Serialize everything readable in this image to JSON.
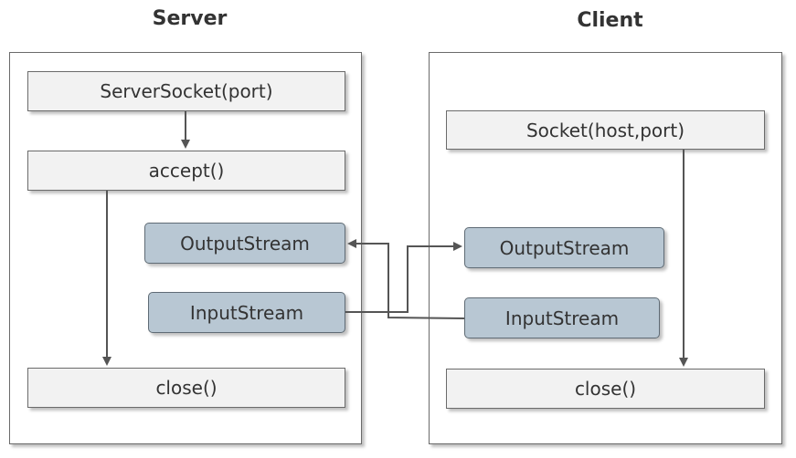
{
  "server": {
    "title": "Server",
    "server_socket": "ServerSocket(port)",
    "accept": "accept()",
    "output_stream": "OutputStream",
    "input_stream": "InputStream",
    "close": "close()"
  },
  "client": {
    "title": "Client",
    "socket": "Socket(host,port)",
    "output_stream": "OutputStream",
    "input_stream": "InputStream",
    "close": "close()"
  },
  "colors": {
    "stream_fill": "#b8c7d3",
    "box_fill": "#f2f2f2",
    "line": "#555555"
  }
}
